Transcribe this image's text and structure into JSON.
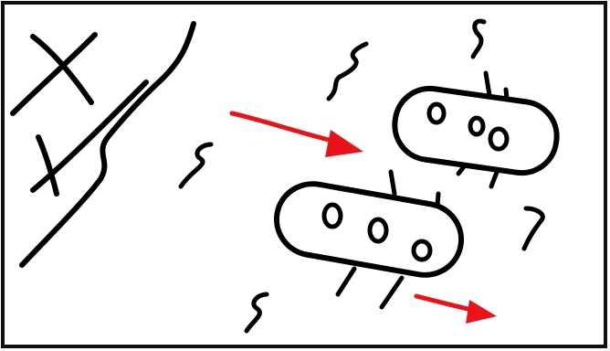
{
  "panel": {
    "background": "#ffffff",
    "border_color": "#111111"
  },
  "colors": {
    "ink": "#000000",
    "arrow": "#e8141a"
  },
  "capsules": [
    {
      "name": "capsule-upper-right",
      "dot_count": 3
    },
    {
      "name": "capsule-lower-middle",
      "dot_count": 3
    }
  ],
  "arrows": [
    {
      "name": "arrow-upper",
      "direction": "right-down"
    },
    {
      "name": "arrow-lower",
      "direction": "right"
    }
  ]
}
